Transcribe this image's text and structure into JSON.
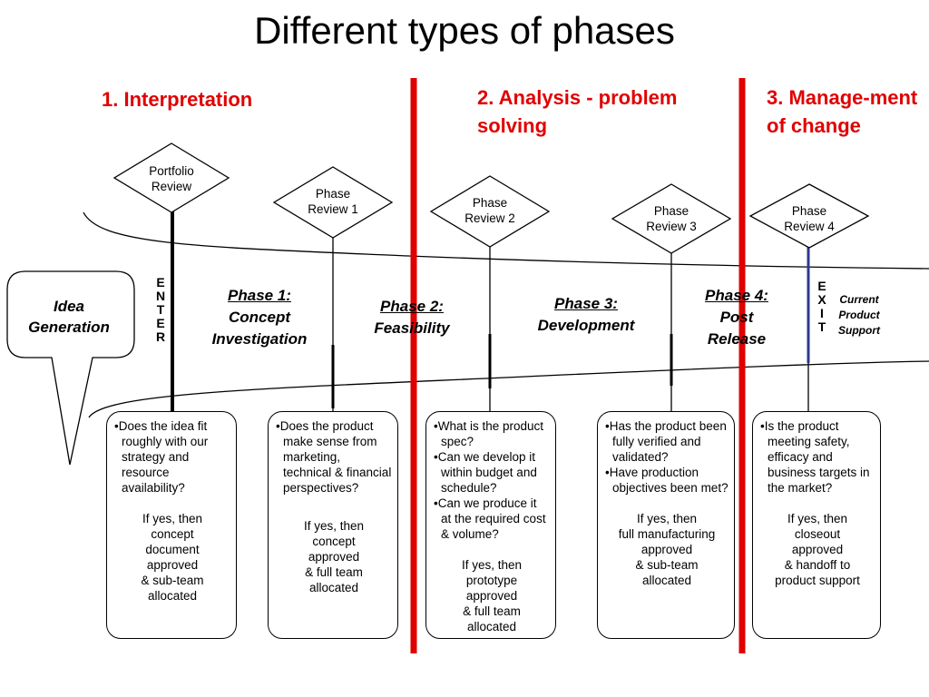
{
  "title": "Different types of phases",
  "sections": [
    {
      "label": "1. Interpretation"
    },
    {
      "label": "2. Analysis - problem solving"
    },
    {
      "label": "3. Manage-ment of change"
    }
  ],
  "reviews": [
    {
      "lines": [
        "Portfolio",
        "Review"
      ]
    },
    {
      "lines": [
        "Phase",
        "Review 1"
      ]
    },
    {
      "lines": [
        "Phase",
        "Review 2"
      ]
    },
    {
      "lines": [
        "Phase",
        "Review 3"
      ]
    },
    {
      "lines": [
        "Phase",
        "Review 4"
      ]
    }
  ],
  "idea_generation": {
    "lines": [
      "Idea",
      "Generation"
    ]
  },
  "enter_letters": [
    "E",
    "N",
    "T",
    "E",
    "R"
  ],
  "exit_letters": [
    "E",
    "X",
    "I",
    "T"
  ],
  "current_product_support": {
    "lines": [
      "Current",
      "Product",
      "Support"
    ]
  },
  "phases": [
    {
      "name": "Phase 1:",
      "desc": [
        "Concept",
        "Investigation"
      ]
    },
    {
      "name": "Phase 2:",
      "desc": [
        "Feasibility"
      ]
    },
    {
      "name": "Phase 3:",
      "desc": [
        "Development"
      ]
    },
    {
      "name": "Phase 4:",
      "desc": [
        "Post",
        "Release"
      ]
    }
  ],
  "boxes": [
    {
      "bullets": [
        "Does the idea fit roughly with our strategy and resource availability?"
      ],
      "result": [
        "If yes, then",
        "concept",
        "document",
        "approved",
        "& sub-team",
        "allocated"
      ]
    },
    {
      "bullets": [
        "Does the product make sense from marketing, technical & financial perspectives?"
      ],
      "result": [
        "If yes, then",
        "concept",
        "approved",
        "& full team",
        "allocated"
      ]
    },
    {
      "bullets": [
        "What is the product spec?",
        "Can we develop it within budget and schedule?",
        "Can we produce it at the required cost & volume?"
      ],
      "result": [
        "If yes, then",
        "prototype",
        "approved",
        "& full team",
        "allocated"
      ]
    },
    {
      "bullets": [
        "Has the product been fully verified and validated?",
        "Have production objectives been met?"
      ],
      "result": [
        "If yes, then",
        "full manufacturing",
        "approved",
        "& sub-team",
        "allocated"
      ]
    },
    {
      "bullets": [
        "Is the product meeting safety, efficacy and business targets in the market?"
      ],
      "result": [
        "If yes, then",
        "closeout",
        "approved",
        "& handoff to",
        "product support"
      ]
    }
  ],
  "colors": {
    "divider": "#e00000",
    "section_text": "#e00000",
    "exit_line": "#2b3a8f",
    "line": "#000000"
  }
}
